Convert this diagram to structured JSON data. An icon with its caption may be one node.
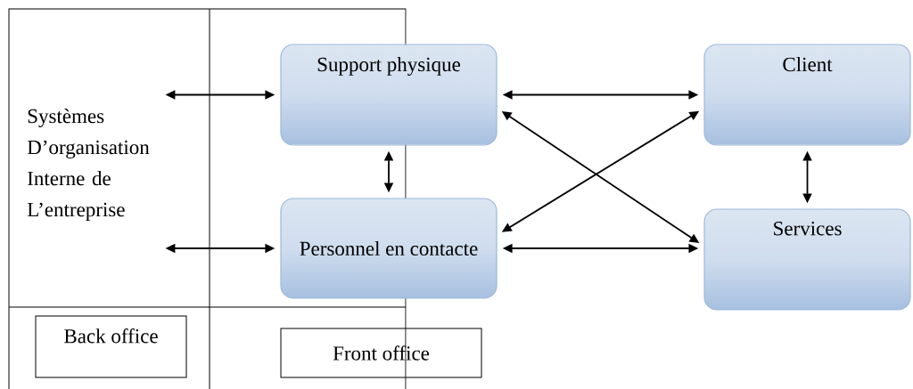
{
  "diagram": {
    "nodes": [
      {
        "text": [
          "Systèmes D’organisation Interne de L’entreprise"
        ]
      },
      {
        "text": [
          "Support physique"
        ]
      },
      {
        "text": [
          "Personnel en contacte"
        ]
      },
      {
        "text": [
          "Client"
        ]
      },
      {
        "text": [
          "Services"
        ]
      },
      {
        "text": [
          "Back office"
        ]
      },
      {
        "text": [
          "Front office"
        ]
      }
    ],
    "edges": [
      {
        "from": 0,
        "to": 1,
        "arrow": "both"
      },
      {
        "from": 0,
        "to": 2,
        "arrow": "both"
      },
      {
        "from": 1,
        "to": 2,
        "arrow": "both"
      },
      {
        "from": 1,
        "to": 3,
        "arrow": "both"
      },
      {
        "from": 1,
        "to": 4,
        "arrow": "both"
      },
      {
        "from": 2,
        "to": 3,
        "arrow": "both"
      },
      {
        "from": 2,
        "to": 4,
        "arrow": "both"
      },
      {
        "from": 3,
        "to": 4,
        "arrow": "both"
      }
    ]
  }
}
